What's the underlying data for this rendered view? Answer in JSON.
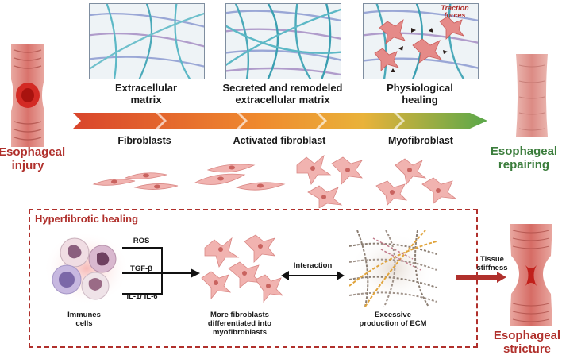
{
  "top_stages": [
    {
      "label": "Extracellular\nmatrix"
    },
    {
      "label": "Secreted and remodeled\nextracellular matrix"
    },
    {
      "label": "Physiological\nhealing"
    }
  ],
  "panel3_note": "Traction\nforces",
  "cell_stages": [
    "Fibroblasts",
    "Activated fibroblast",
    "Myofibroblast"
  ],
  "left_label": "Esophageal\ninjury",
  "right_top_label": "Esophageal\nrepairing",
  "hyper": {
    "title": "Hyperfibrotic healing",
    "signals": [
      "ROS",
      "TGF-β",
      "IL-1/ IL-6"
    ],
    "immune_label": "Immunes\ncells",
    "fibro_label": "More fibroblasts\ndifferentiated into\nmyofibroblasts",
    "interaction_label": "Interaction",
    "ecm_label": "Excessive\nproduction of ECM"
  },
  "tissue_label": "Tissue\nstiffness",
  "stricture_label": "Esophageal\nstricture",
  "colors": {
    "injury": "#b0302c",
    "repair": "#3b7d3c",
    "arrow_start": "#d9452c",
    "arrow_end": "#5aa84a"
  }
}
